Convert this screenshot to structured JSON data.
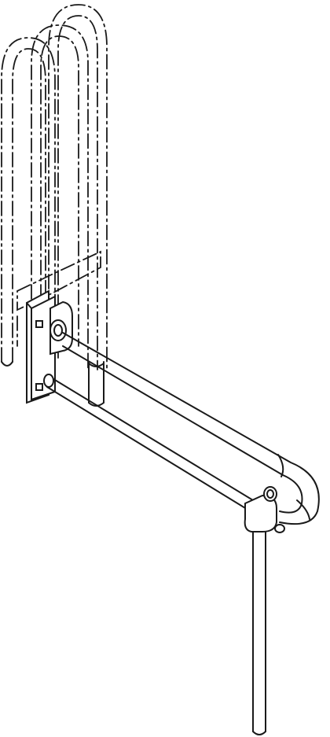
{
  "figure": {
    "subject": "hinged-grab-bar-with-support-leg",
    "style": "line-drawing",
    "stroke_color": "#1a1a1a",
    "background_color": "#ffffff",
    "folded_position_line_style": "dash-dot"
  }
}
